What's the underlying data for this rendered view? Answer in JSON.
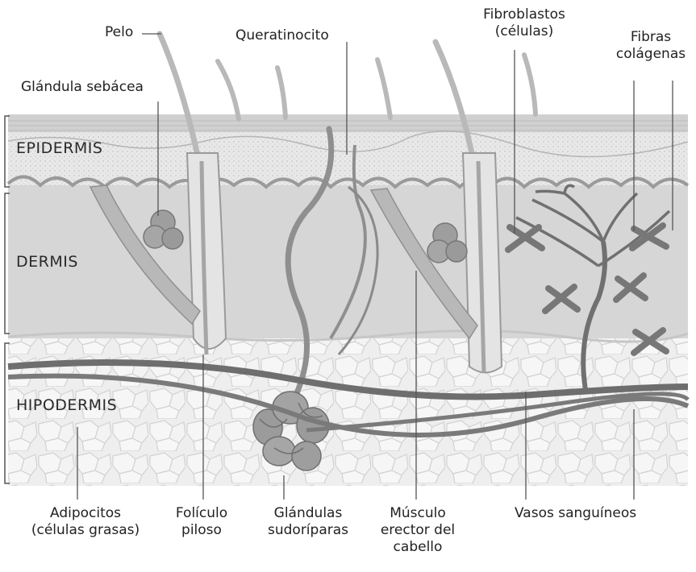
{
  "layers": {
    "epidermis": "EPIDERMIS",
    "dermis": "DERMIS",
    "hipodermis": "HIPODERMIS"
  },
  "labels": {
    "pelo": "Pelo",
    "queratinocito": "Queratinocito",
    "fibroblastos": [
      "Fibroblastos",
      "(células)"
    ],
    "fibras_colagenas": [
      "Fibras",
      "colágenas"
    ],
    "glandula_sebacea": "Glándula sebácea",
    "adipocitos": [
      "Adipocitos",
      "(células grasas)"
    ],
    "foliculo_piloso": [
      "Folículo",
      "piloso"
    ],
    "glandulas_sudoriparas": [
      "Glándulas",
      "sudoríparas"
    ],
    "musculo_erector": [
      "Músculo",
      "erector del",
      "cabello"
    ],
    "vasos_sanguineos": "Vasos sanguíneos"
  },
  "colors": {
    "epidermis_fill": "#ececec",
    "dermis_fill": "#d4d4d4",
    "hypodermis_fill": "#ededed",
    "structure_gray": "#8f8f8f",
    "vessel_gray": "#6e6e6e",
    "leader_line": "#555555"
  }
}
